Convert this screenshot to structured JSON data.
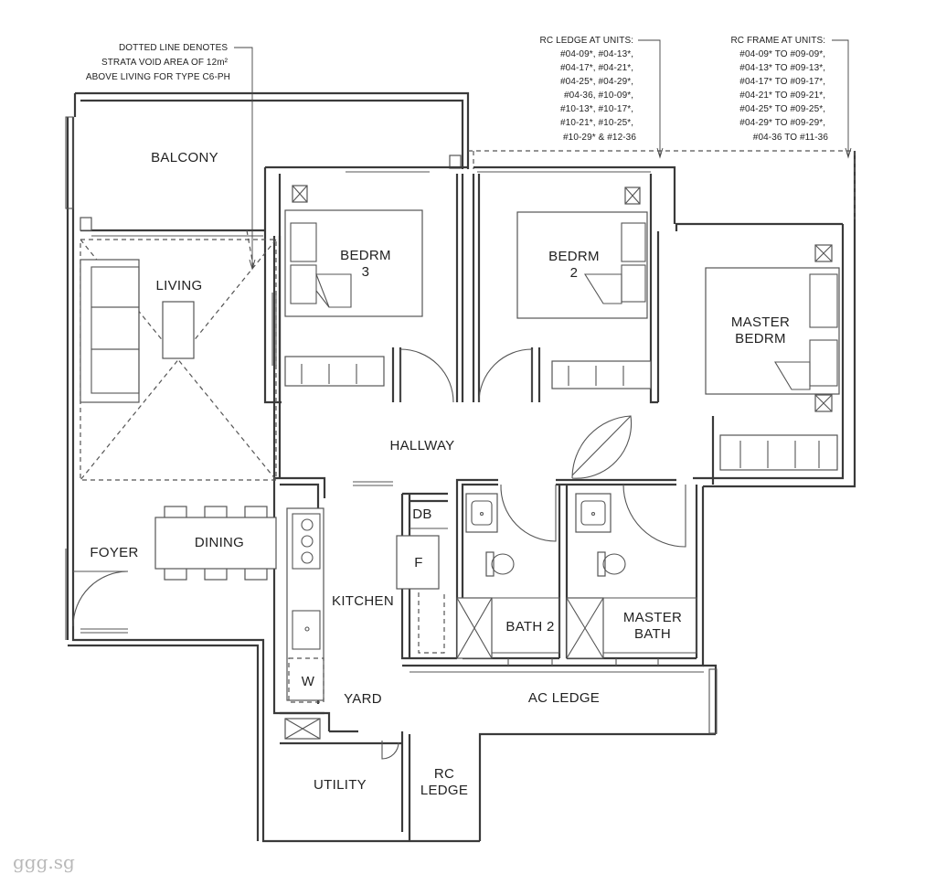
{
  "rooms": {
    "balcony": "BALCONY",
    "living": "LIVING",
    "bedrm3_a": "BEDRM",
    "bedrm3_b": "3",
    "bedrm2_a": "BEDRM",
    "bedrm2_b": "2",
    "master_a": "MASTER",
    "master_b": "BEDRM",
    "hallway": "HALLWAY",
    "foyer": "FOYER",
    "dining": "DINING",
    "kitchen": "KITCHEN",
    "db": "DB",
    "fridge": "F",
    "bath2": "BATH 2",
    "mbath_a": "MASTER",
    "mbath_b": "BATH",
    "washer": "W",
    "yard": "YARD",
    "ac_ledge": "AC LEDGE",
    "utility": "UTILITY",
    "rc_ledge_a": "RC",
    "rc_ledge_b": "LEDGE"
  },
  "notes": {
    "strata": [
      "DOTTED LINE DENOTES",
      "STRATA VOID AREA OF 12m²",
      "ABOVE LIVING FOR TYPE C6-PH"
    ],
    "rc_ledge": [
      "RC LEDGE AT UNITS:",
      "#04-09*, #04-13*,",
      "#04-17*, #04-21*,",
      "#04-25*, #04-29*,",
      "#04-36, #10-09*,",
      "#10-13*, #10-17*,",
      "#10-21*, #10-25*,",
      "#10-29* & #12-36"
    ],
    "rc_frame": [
      "RC FRAME AT UNITS:",
      "#04-09* TO #09-09*,",
      "#04-13* TO #09-13*,",
      "#04-17* TO #09-17*,",
      "#04-21* TO #09-21*,",
      "#04-25* TO #09-25*,",
      "#04-29* TO #09-29*,",
      "#04-36 TO #11-36"
    ]
  },
  "watermark": "ggg.sg"
}
